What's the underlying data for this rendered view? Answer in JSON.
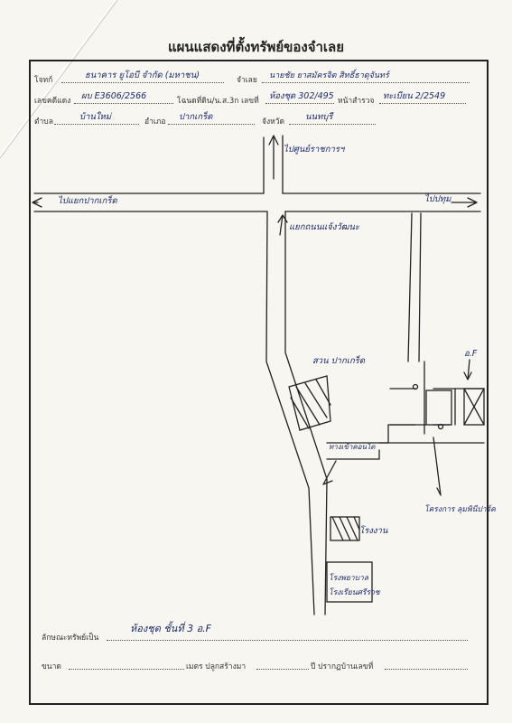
{
  "title": "แผนแสดงที่ตั้งทรัพย์ของจำเลย",
  "form": {
    "plaintiff_label": "โจทก์",
    "plaintiff_value": "ธนาคาร ยูโอบี จำกัด (มหาชน)",
    "defendant_label": "จำเลย",
    "defendant_value": "นายชัย ยาสมัครจิต สิทธิ์ธาตุจันทร์",
    "case_no_label": "เลขคดีแดง",
    "case_no_value": "ผบ E3606/2566",
    "deed_label": "โฉนดที่ดิน/น.ส.3ก เลขที่",
    "deed_value": "ห้องชุด 302/495",
    "survey_label": "หน้าสำรวจ",
    "survey_value": "ทะเบียน 2/2549",
    "subdistrict_label": "ตำบล",
    "subdistrict_value": "บ้านใหม่",
    "district_label": "อำเภอ",
    "district_value": "ปากเกร็ด",
    "province_label": "จังหวัด",
    "province_value": "นนทบุรี",
    "property_label": "ลักษณะทรัพย์เป็น",
    "property_value": "ห้องชุด ชั้นที่ 3 อ.F",
    "size_label": "ขนาด",
    "meter_label": "เมตร ปลูกสร้างมา",
    "year_label": "ปี ปรากฏบ้านเลขที่"
  },
  "map_labels": {
    "north_road": "ไปศูนย์ราชการฯ",
    "west_road": "ไปแยกปากเกร็ด",
    "east_road": "ไปปทุม",
    "junction": "แยกถนนแจ้งวัฒนะ",
    "park": "สวน ปากเกร็ด",
    "building_f": "อ.F",
    "entrance": "ทางเข้าคอนโด",
    "factory": "โรงงาน",
    "hospital": "โรงพยาบาล",
    "school": "โรงเรียนศรีราช",
    "project": "โครงการ ลุมพินีปาร์ค"
  }
}
